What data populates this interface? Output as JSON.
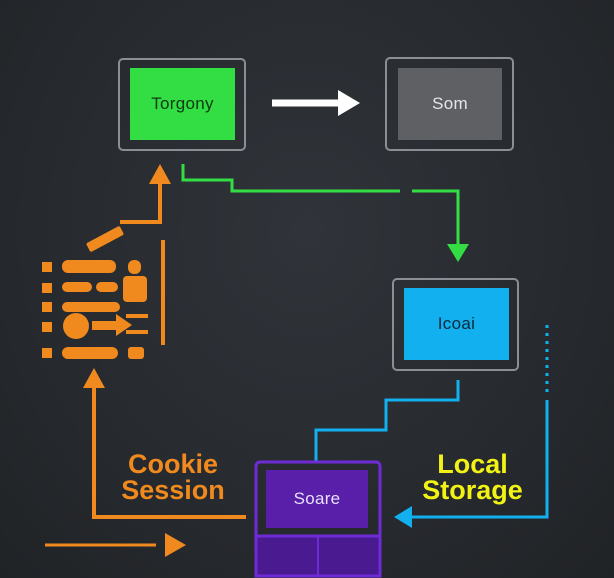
{
  "colors": {
    "background": "#2a2d30",
    "green": "#33dd44",
    "gray": "#5e6064",
    "cyan": "#12b0ee",
    "purple": "#5a1fa8",
    "purple_border": "#6f2bd6",
    "orange": "#f08a1e",
    "yellow": "#f2f215",
    "white": "#ffffff"
  },
  "nodes": {
    "green": {
      "label": "Torgony"
    },
    "gray": {
      "label": "Som"
    },
    "cyan": {
      "label": "Icoai"
    },
    "purple": {
      "label": "Soare"
    }
  },
  "labels": {
    "cookie_line1": "Cookie",
    "cookie_line2": "Session",
    "local_line1": "Local",
    "local_line2": "Storage"
  },
  "icons": {
    "cookie_stack": "cookie-storage-icon"
  }
}
